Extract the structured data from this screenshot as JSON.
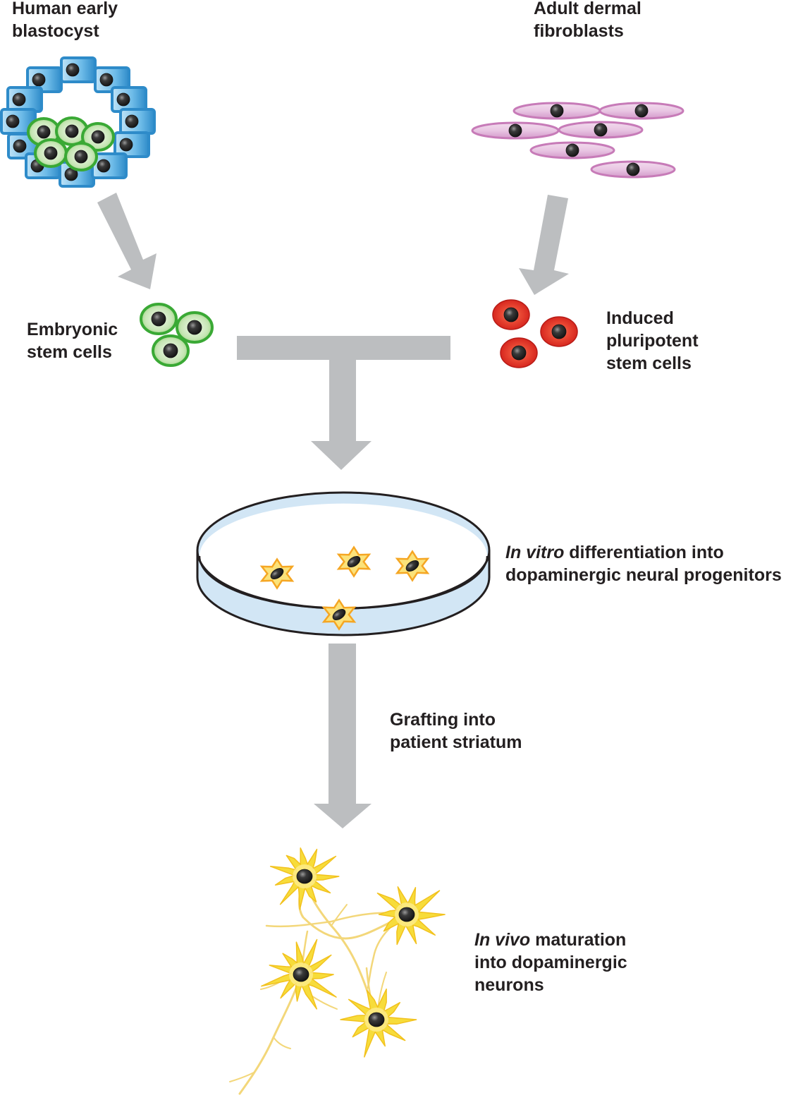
{
  "labels": {
    "blastocyst": [
      "Human early",
      "blastocyst"
    ],
    "fibroblasts": [
      "Adult dermal",
      "fibroblasts"
    ],
    "esc": [
      "Embryonic",
      "stem cells"
    ],
    "ipsc": [
      "Induced",
      "pluripotent",
      "stem cells"
    ],
    "invitro": {
      "italic": "In vitro",
      "rest": " differentiation into",
      "line2": "dopaminergic neural progenitors"
    },
    "grafting": [
      "Grafting into",
      "patient striatum"
    ],
    "invivo": {
      "italic": "In vivo",
      "rest": " maturation",
      "line2": "into dopaminergic",
      "line3": "neurons"
    }
  },
  "colors": {
    "arrow": "#bcbec0",
    "blastocyst_cell": "#2e8bc9",
    "inner_cell": "#3aa935",
    "fibroblast": "#c77bb8",
    "ipsc": "#e0231b",
    "dish_fill": "#d2e6f5",
    "progenitor": "#f5a623",
    "neuron": "#f7dc3a",
    "nucleus": "#231f20"
  }
}
